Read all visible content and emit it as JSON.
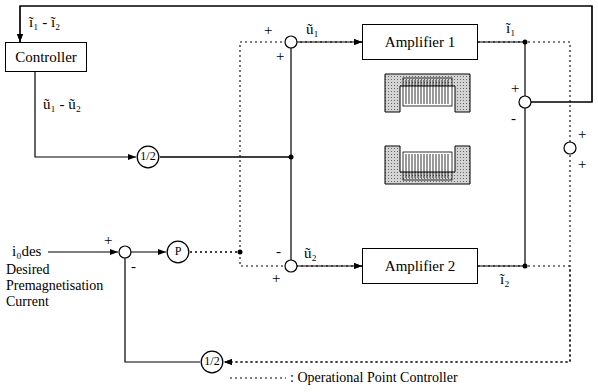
{
  "diagram": {
    "nodes": [
      {
        "text": [
          "Controller"
        ]
      },
      {
        "text": [
          "1/2"
        ]
      },
      {
        "text": [
          "P"
        ]
      },
      {
        "text": [
          "Amplifier 1"
        ]
      },
      {
        "text": [
          "Amplifier 2"
        ]
      },
      {
        "text": [
          "1/2"
        ]
      }
    ],
    "edges": [
      {
        "from": 0,
        "to": 1,
        "arrow": "to",
        "label": "ũ₁ - ũ₂"
      },
      {
        "from": 1,
        "to": 3,
        "arrow": "to",
        "label": "ũ₁"
      },
      {
        "from": 1,
        "to": 4,
        "arrow": "to",
        "label": "ũ₂"
      },
      {
        "from": 2,
        "to": 3,
        "arrow": "to"
      },
      {
        "from": 2,
        "to": 4,
        "arrow": "to"
      },
      {
        "from": 3,
        "to": 0,
        "arrow": "to",
        "label": "ĩ₁ - ĩ₂"
      },
      {
        "from": 4,
        "to": 0,
        "arrow": "to"
      },
      {
        "from": 3,
        "to": 5,
        "arrow": "to"
      },
      {
        "from": 4,
        "to": 5,
        "arrow": "to"
      },
      {
        "from": 5,
        "to": 2,
        "arrow": "to"
      }
    ],
    "labels": [
      "ĩ₁",
      "ĩ₂",
      "+",
      "+",
      "-",
      "+",
      "+",
      "-",
      "+",
      "+",
      "i₀des",
      "+",
      "-",
      "Desired Premagnetisation Current"
    ],
    "legend": [
      {
        "text": ": Operational Point Controller"
      }
    ]
  }
}
